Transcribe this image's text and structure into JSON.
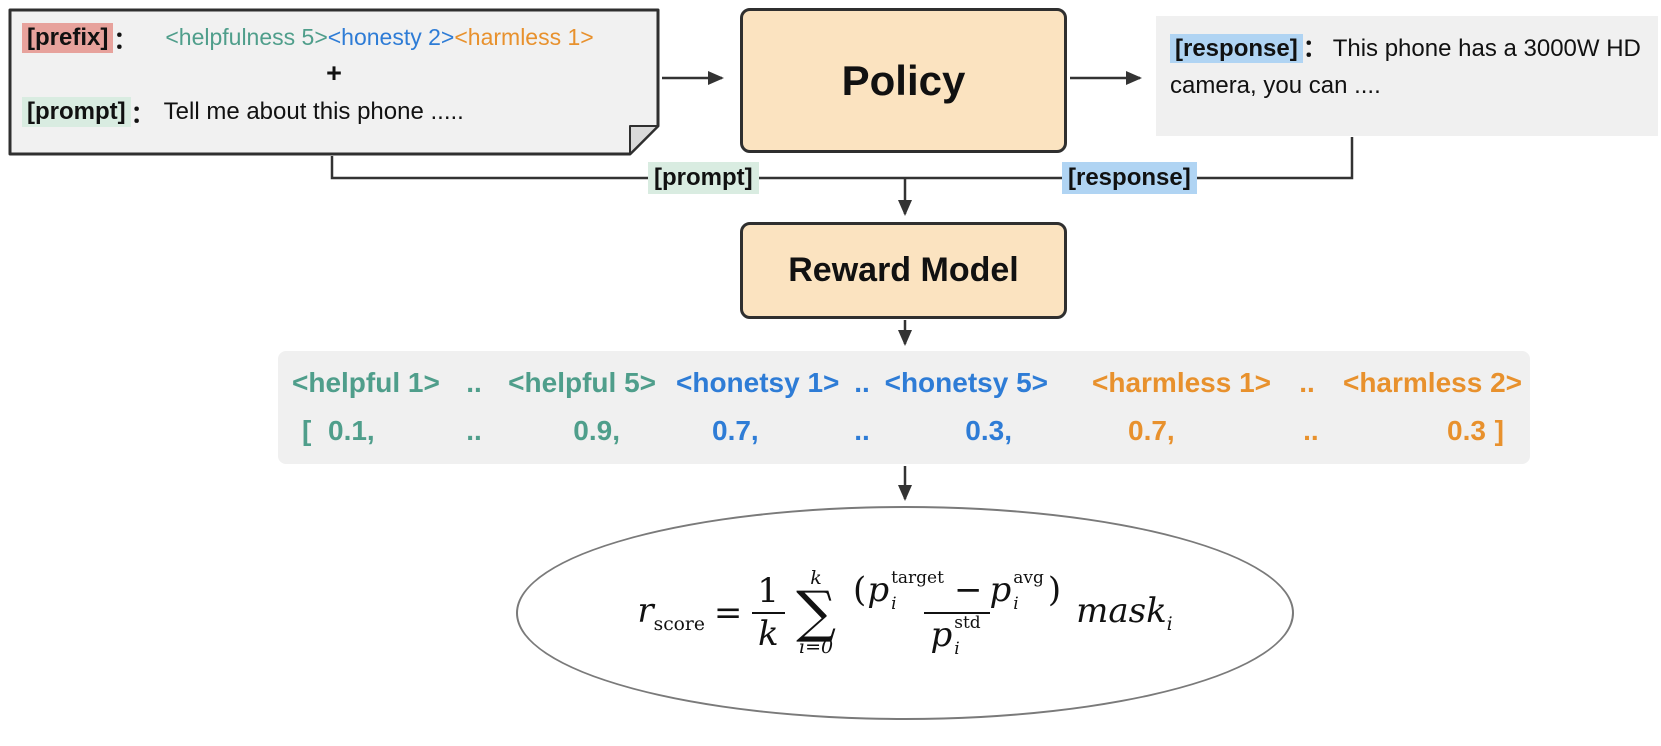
{
  "colors": {
    "teal": "#4f9e8b",
    "blue": "#2e7cd6",
    "orange": "#e8912d",
    "arrow": "#333333",
    "box-fill": "#fbe3c0",
    "box-border": "#2f2f2f",
    "panel": "#f0f0f0",
    "prefix-hl": "#e7a29c",
    "prompt-hl": "#d9ece1",
    "response-hl": "#b0d4f3"
  },
  "note": {
    "prefix_label": "[prefix]",
    "colon": "：",
    "tokens": [
      {
        "text": "<helpfulness 5>"
      },
      {
        "text": "<honesty 2>"
      },
      {
        "text": "<harmless 1>"
      }
    ],
    "plus": "+",
    "prompt_label": "[prompt]",
    "prompt_text": "Tell me about this phone ....."
  },
  "policy": {
    "label": "Policy"
  },
  "response": {
    "label": "[response]",
    "colon": "：",
    "text": "This phone has a 3000W HD camera, you can ...."
  },
  "edges": {
    "prompt_label": "[prompt]",
    "response_label": "[response]"
  },
  "reward_model": {
    "label": "Reward Model"
  },
  "score_bar": {
    "bracket_open": "[",
    "bracket_close": "]",
    "groups": [
      {
        "first": "<helpful 1>",
        "dots": "..",
        "last": "<helpful 5>",
        "v_first": "0.1,",
        "v_dots": "..",
        "v_last": "0.9,"
      },
      {
        "first": "<honetsy 1>",
        "dots": "..",
        "last": "<honetsy 5>",
        "v_first": "0.7,",
        "v_dots": "..",
        "v_last": "0.3,"
      },
      {
        "first": "<harmless 1>",
        "dots": "..",
        "last": "<harmless 2>",
        "v_first": "0.7,",
        "v_dots": "..",
        "v_last": "0.3"
      }
    ]
  },
  "formula": {
    "lhs": "r",
    "lhs_sub": "score",
    "equals": "=",
    "coef_num": "1",
    "coef_den": "k",
    "sum": "∑",
    "sum_top": "k",
    "sum_bottom": "i=0",
    "paren_open": "(",
    "p": "p",
    "sub_i": "i",
    "sup_target": "target",
    "sup_avg": "avg",
    "sup_std": "std",
    "minus": "−",
    "paren_close": ")",
    "mask": "mask",
    "mask_sub": "i"
  }
}
